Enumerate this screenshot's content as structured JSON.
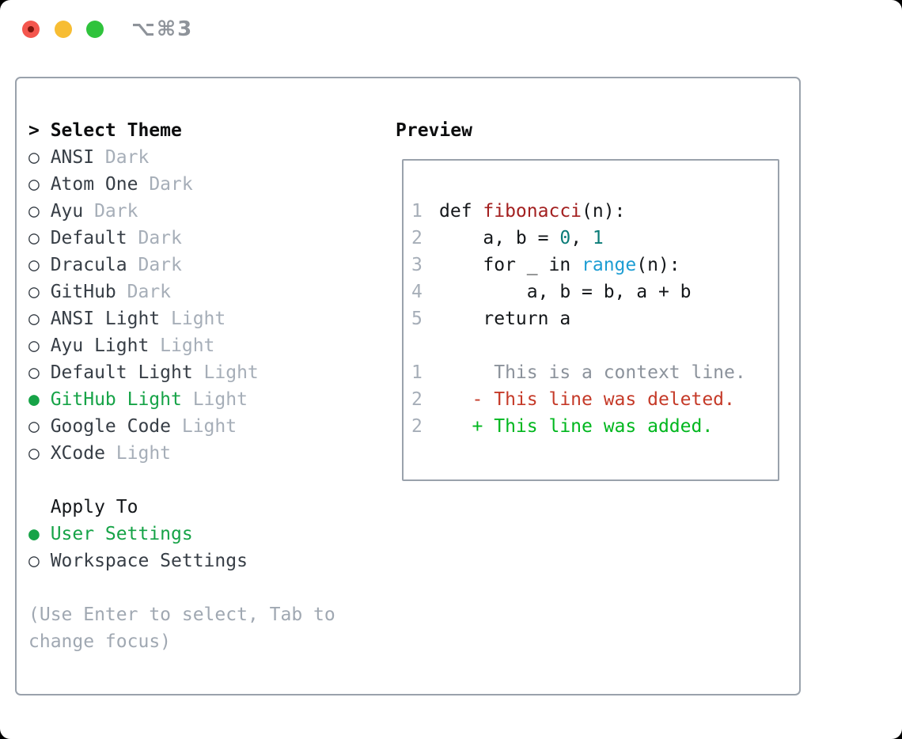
{
  "window": {
    "title": "⌥⌘3"
  },
  "colors": {
    "accent_green": "#16a347",
    "added_green": "#00b71e",
    "deleted_red": "#c53a28",
    "func_red": "#a32020",
    "number_teal": "#0b7c78",
    "builtin_blue": "#1d9dd3",
    "text_dark": "#14171a",
    "list_text": "#373e46",
    "tag_gray": "#a6aeb8",
    "lineno_gray": "#a6aeb8",
    "context_gray": "#8b929b",
    "footer_gray": "#a0a8b2",
    "border_gray": "#9aa2ac",
    "title_gray": "#8e939a",
    "traffic_red": "#f4564e",
    "traffic_red_dot": "#7e150d",
    "traffic_yellow": "#f7bd33",
    "traffic_green": "#2fc33c",
    "window_bg": "#ffffff",
    "page_bg": "#000000"
  },
  "panel": {
    "theme_list": {
      "prompt": ">",
      "header": "Select Theme",
      "items": [
        {
          "marker": "○",
          "name": "ANSI",
          "tag": "Dark",
          "selected": false
        },
        {
          "marker": "○",
          "name": "Atom One",
          "tag": "Dark",
          "selected": false
        },
        {
          "marker": "○",
          "name": "Ayu",
          "tag": "Dark",
          "selected": false
        },
        {
          "marker": "○",
          "name": "Default",
          "tag": "Dark",
          "selected": false
        },
        {
          "marker": "○",
          "name": "Dracula",
          "tag": "Dark",
          "selected": false
        },
        {
          "marker": "○",
          "name": "GitHub",
          "tag": "Dark",
          "selected": false
        },
        {
          "marker": "○",
          "name": "ANSI Light",
          "tag": "Light",
          "selected": false
        },
        {
          "marker": "○",
          "name": "Ayu Light",
          "tag": "Light",
          "selected": false
        },
        {
          "marker": "○",
          "name": "Default Light",
          "tag": "Light",
          "selected": false
        },
        {
          "marker": "●",
          "name": "GitHub Light",
          "tag": "Light",
          "selected": true
        },
        {
          "marker": "○",
          "name": "Google Code",
          "tag": "Light",
          "selected": false
        },
        {
          "marker": "○",
          "name": "XCode",
          "tag": "Light",
          "selected": false
        }
      ]
    },
    "apply_to": {
      "header": "Apply To",
      "options": [
        {
          "marker": "●",
          "label": "User Settings",
          "selected": true
        },
        {
          "marker": "○",
          "label": "Workspace Settings",
          "selected": false
        }
      ]
    },
    "footer_hint": "(Use Enter to select, Tab to change focus)",
    "preview": {
      "title": "Preview",
      "lines": [
        {
          "num": "1",
          "segs": [
            {
              "t": "def ",
              "c": "plain"
            },
            {
              "t": "fibonacci",
              "c": "func"
            },
            {
              "t": "(n):",
              "c": "plain"
            }
          ]
        },
        {
          "num": "2",
          "segs": [
            {
              "t": "    a, b = ",
              "c": "plain"
            },
            {
              "t": "0",
              "c": "num"
            },
            {
              "t": ", ",
              "c": "plain"
            },
            {
              "t": "1",
              "c": "num"
            }
          ]
        },
        {
          "num": "3",
          "segs": [
            {
              "t": "    for _ in ",
              "c": "plain"
            },
            {
              "t": "range",
              "c": "builtin"
            },
            {
              "t": "(n):",
              "c": "plain"
            }
          ]
        },
        {
          "num": "4",
          "segs": [
            {
              "t": "        a, b = b, a + b",
              "c": "plain"
            }
          ]
        },
        {
          "num": "5",
          "segs": [
            {
              "t": "    return a",
              "c": "plain"
            }
          ]
        },
        {
          "num": "",
          "segs": []
        },
        {
          "num": "1",
          "segs": [
            {
              "t": "     This is a context line.",
              "c": "context"
            }
          ]
        },
        {
          "num": "2",
          "segs": [
            {
              "t": "   - This line was deleted.",
              "c": "deleted"
            }
          ]
        },
        {
          "num": "2",
          "segs": [
            {
              "t": "   + This line was added.",
              "c": "added"
            }
          ]
        }
      ]
    }
  }
}
